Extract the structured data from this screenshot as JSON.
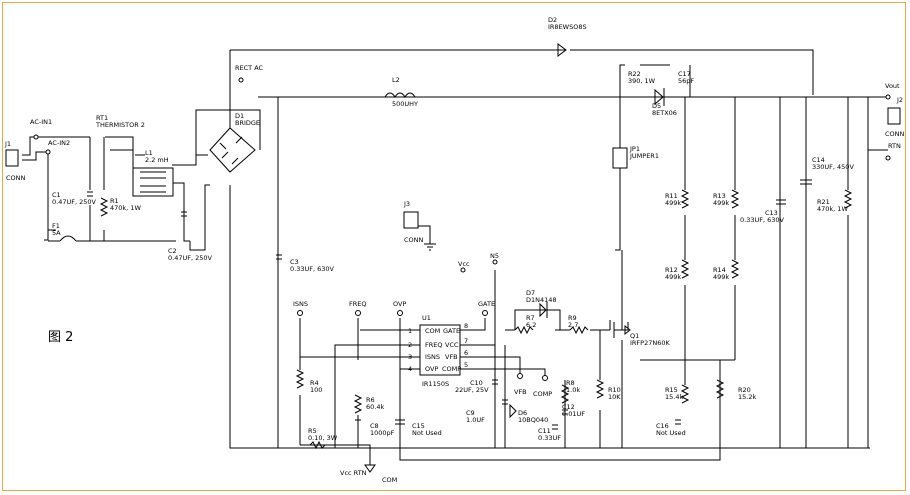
{
  "figure_label": "图 2",
  "nets": {
    "ac_in1": "AC-IN1",
    "ac_in2": "AC-IN2",
    "rect_ac": "RECT AC",
    "vout": "Vout",
    "rtn": "RTN",
    "vcc": "Vcc",
    "n5": "N5",
    "vcc_rtn": "Vcc RTN",
    "com": "COM",
    "isns": "ISNS",
    "freq": "FREQ",
    "ovp": "OVP",
    "gate": "GATE",
    "vfb": "VFB",
    "comp": "COMP"
  },
  "components": {
    "j1": {
      "ref": "J1",
      "value": "CONN"
    },
    "j2": {
      "ref": "J2",
      "value": "CONN"
    },
    "j3": {
      "ref": "J3",
      "value": "CONN"
    },
    "rt1": {
      "ref": "RT1",
      "value": "THERMISTOR 2"
    },
    "r1": {
      "ref": "R1",
      "value": "470k, 1W"
    },
    "c1": {
      "ref": "C1",
      "value": "0.47UF, 250V"
    },
    "f1": {
      "ref": "F1",
      "value": "5A"
    },
    "l1": {
      "ref": "L1",
      "value": "2.2 mH"
    },
    "c2": {
      "ref": "C2",
      "value": "0.47UF, 250V"
    },
    "d1": {
      "ref": "D1",
      "value": "BRIDGE"
    },
    "l2": {
      "ref": "L2",
      "value": "500UHY"
    },
    "d2": {
      "ref": "D2",
      "value": "IR8EWSO8S"
    },
    "r22": {
      "ref": "R22",
      "value": "390, 1W"
    },
    "c17": {
      "ref": "C17",
      "value": "56pF"
    },
    "d5": {
      "ref": "D5",
      "value": "8ETX06"
    },
    "jp1": {
      "ref": "JP1",
      "value": "JUMPER1"
    },
    "c3": {
      "ref": "C3",
      "value": "0.33UF, 630V"
    },
    "r11": {
      "ref": "R11",
      "value": "499k"
    },
    "r12": {
      "ref": "R12",
      "value": "499k"
    },
    "r13": {
      "ref": "R13",
      "value": "499k"
    },
    "r14": {
      "ref": "R14",
      "value": "499k"
    },
    "c13": {
      "ref": "C13",
      "value": "0.33UF, 630V"
    },
    "c14": {
      "ref": "C14",
      "value": "330UF, 450V"
    },
    "r21": {
      "ref": "R21",
      "value": "470k, 1W"
    },
    "u1": {
      "ref": "U1",
      "value": "IR1150S"
    },
    "d7": {
      "ref": "D7",
      "value": "D1N4148"
    },
    "r7": {
      "ref": "R7",
      "value": "6.2"
    },
    "r9": {
      "ref": "R9",
      "value": "2.7"
    },
    "q1": {
      "ref": "Q1",
      "value": "IRFP27N60K"
    },
    "r4": {
      "ref": "R4",
      "value": "100"
    },
    "r6": {
      "ref": "R6",
      "value": "60.4k"
    },
    "c8": {
      "ref": "C8",
      "value": "1000pF"
    },
    "c15": {
      "ref": "C15",
      "value": "Not Used"
    },
    "c10": {
      "ref": "C10",
      "value": "22UF, 25V"
    },
    "c9": {
      "ref": "C9",
      "value": "1.0UF"
    },
    "d6": {
      "ref": "D6",
      "value": "10BQ040"
    },
    "r8": {
      "ref": "R8",
      "value": "1.0k"
    },
    "c12": {
      "ref": "C12",
      "value": "0.01UF"
    },
    "c11": {
      "ref": "C11",
      "value": "0.33UF"
    },
    "r10": {
      "ref": "R10",
      "value": "10K"
    },
    "r15": {
      "ref": "R15",
      "value": "15.4k"
    },
    "c16": {
      "ref": "C16",
      "value": "Not Used"
    },
    "r20": {
      "ref": "R20",
      "value": "15.2k"
    },
    "r5": {
      "ref": "R5",
      "value": "0.10, 3W"
    }
  },
  "u1_pins": {
    "p1": {
      "num": "1",
      "left": "COM",
      "right": "GATE",
      "rnum": "8"
    },
    "p2": {
      "num": "2",
      "left": "FREQ",
      "right": "VCC",
      "rnum": "7"
    },
    "p3": {
      "num": "3",
      "left": "ISNS",
      "right": "VFB",
      "rnum": "6"
    },
    "p4": {
      "num": "4",
      "left": "OVP",
      "right": "COMP",
      "rnum": "5"
    }
  },
  "colors": {
    "frame": "#e9a94a",
    "wire": "#000000"
  }
}
